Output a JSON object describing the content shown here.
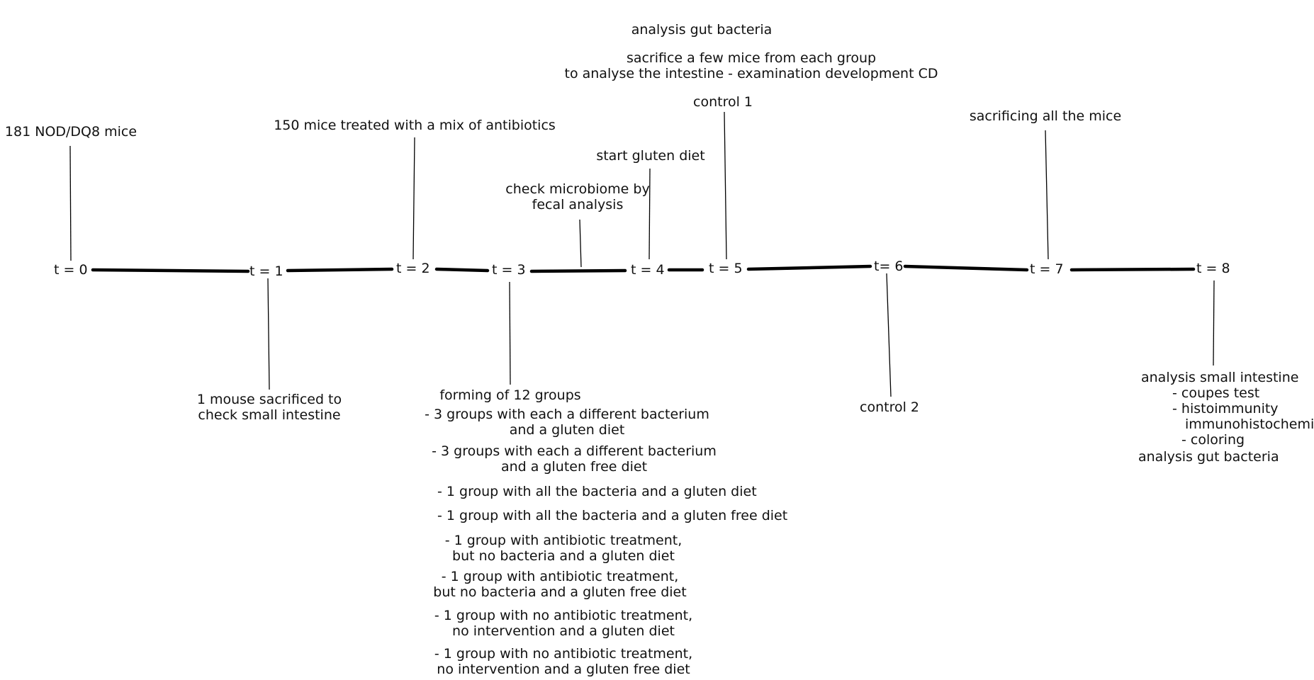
{
  "timeline": {
    "points": [
      "t = 0",
      "t = 1",
      "t = 2",
      "t = 3",
      "t = 4",
      "t = 5",
      "t= 6",
      "t = 7",
      "t = 8"
    ]
  },
  "annotations": {
    "t0": [
      "181 NOD/DQ8 mice"
    ],
    "t1": [
      "1 mouse sacrificed to",
      "check small intestine"
    ],
    "t2": [
      "150 mice treated with a mix of antibiotics"
    ],
    "t3_title": [
      "forming of 12 groups"
    ],
    "t3_groups": [
      [
        "- 3 groups with each a different bacterium",
        "and a gluten diet"
      ],
      [
        "- 3 groups with each a different bacterium",
        "and a gluten free diet"
      ],
      [
        "- 1 group with all the bacteria and a gluten diet"
      ],
      [
        "- 1 group with all the bacteria and a gluten free diet"
      ],
      [
        "- 1 group with antibiotic treatment,",
        "but no bacteria and a gluten diet"
      ],
      [
        "- 1 group with antibiotic treatment,",
        "but no bacteria and a gluten free diet"
      ],
      [
        "- 1 group with no antibiotic treatment,",
        "no intervention and a gluten diet"
      ],
      [
        "- 1 group with no antibiotic treatment,",
        "no intervention and a gluten free diet"
      ]
    ],
    "t3_4": [
      "check microbiome by",
      "fecal analysis"
    ],
    "t4": [
      "start gluten diet"
    ],
    "t5_top": [
      "analysis gut bacteria"
    ],
    "t5_mid": [
      "sacrifice a few mice from each group",
      "to analyse the intestine - examination development CD"
    ],
    "t5": [
      "control 1"
    ],
    "t6": [
      "control 2"
    ],
    "t7": [
      "sacrificing all the mice"
    ],
    "t8": [
      "analysis small intestine",
      "- coupes test",
      "- histoimmunity",
      "immunohistochemie",
      "- coloring",
      "analysis gut bacteria"
    ]
  }
}
